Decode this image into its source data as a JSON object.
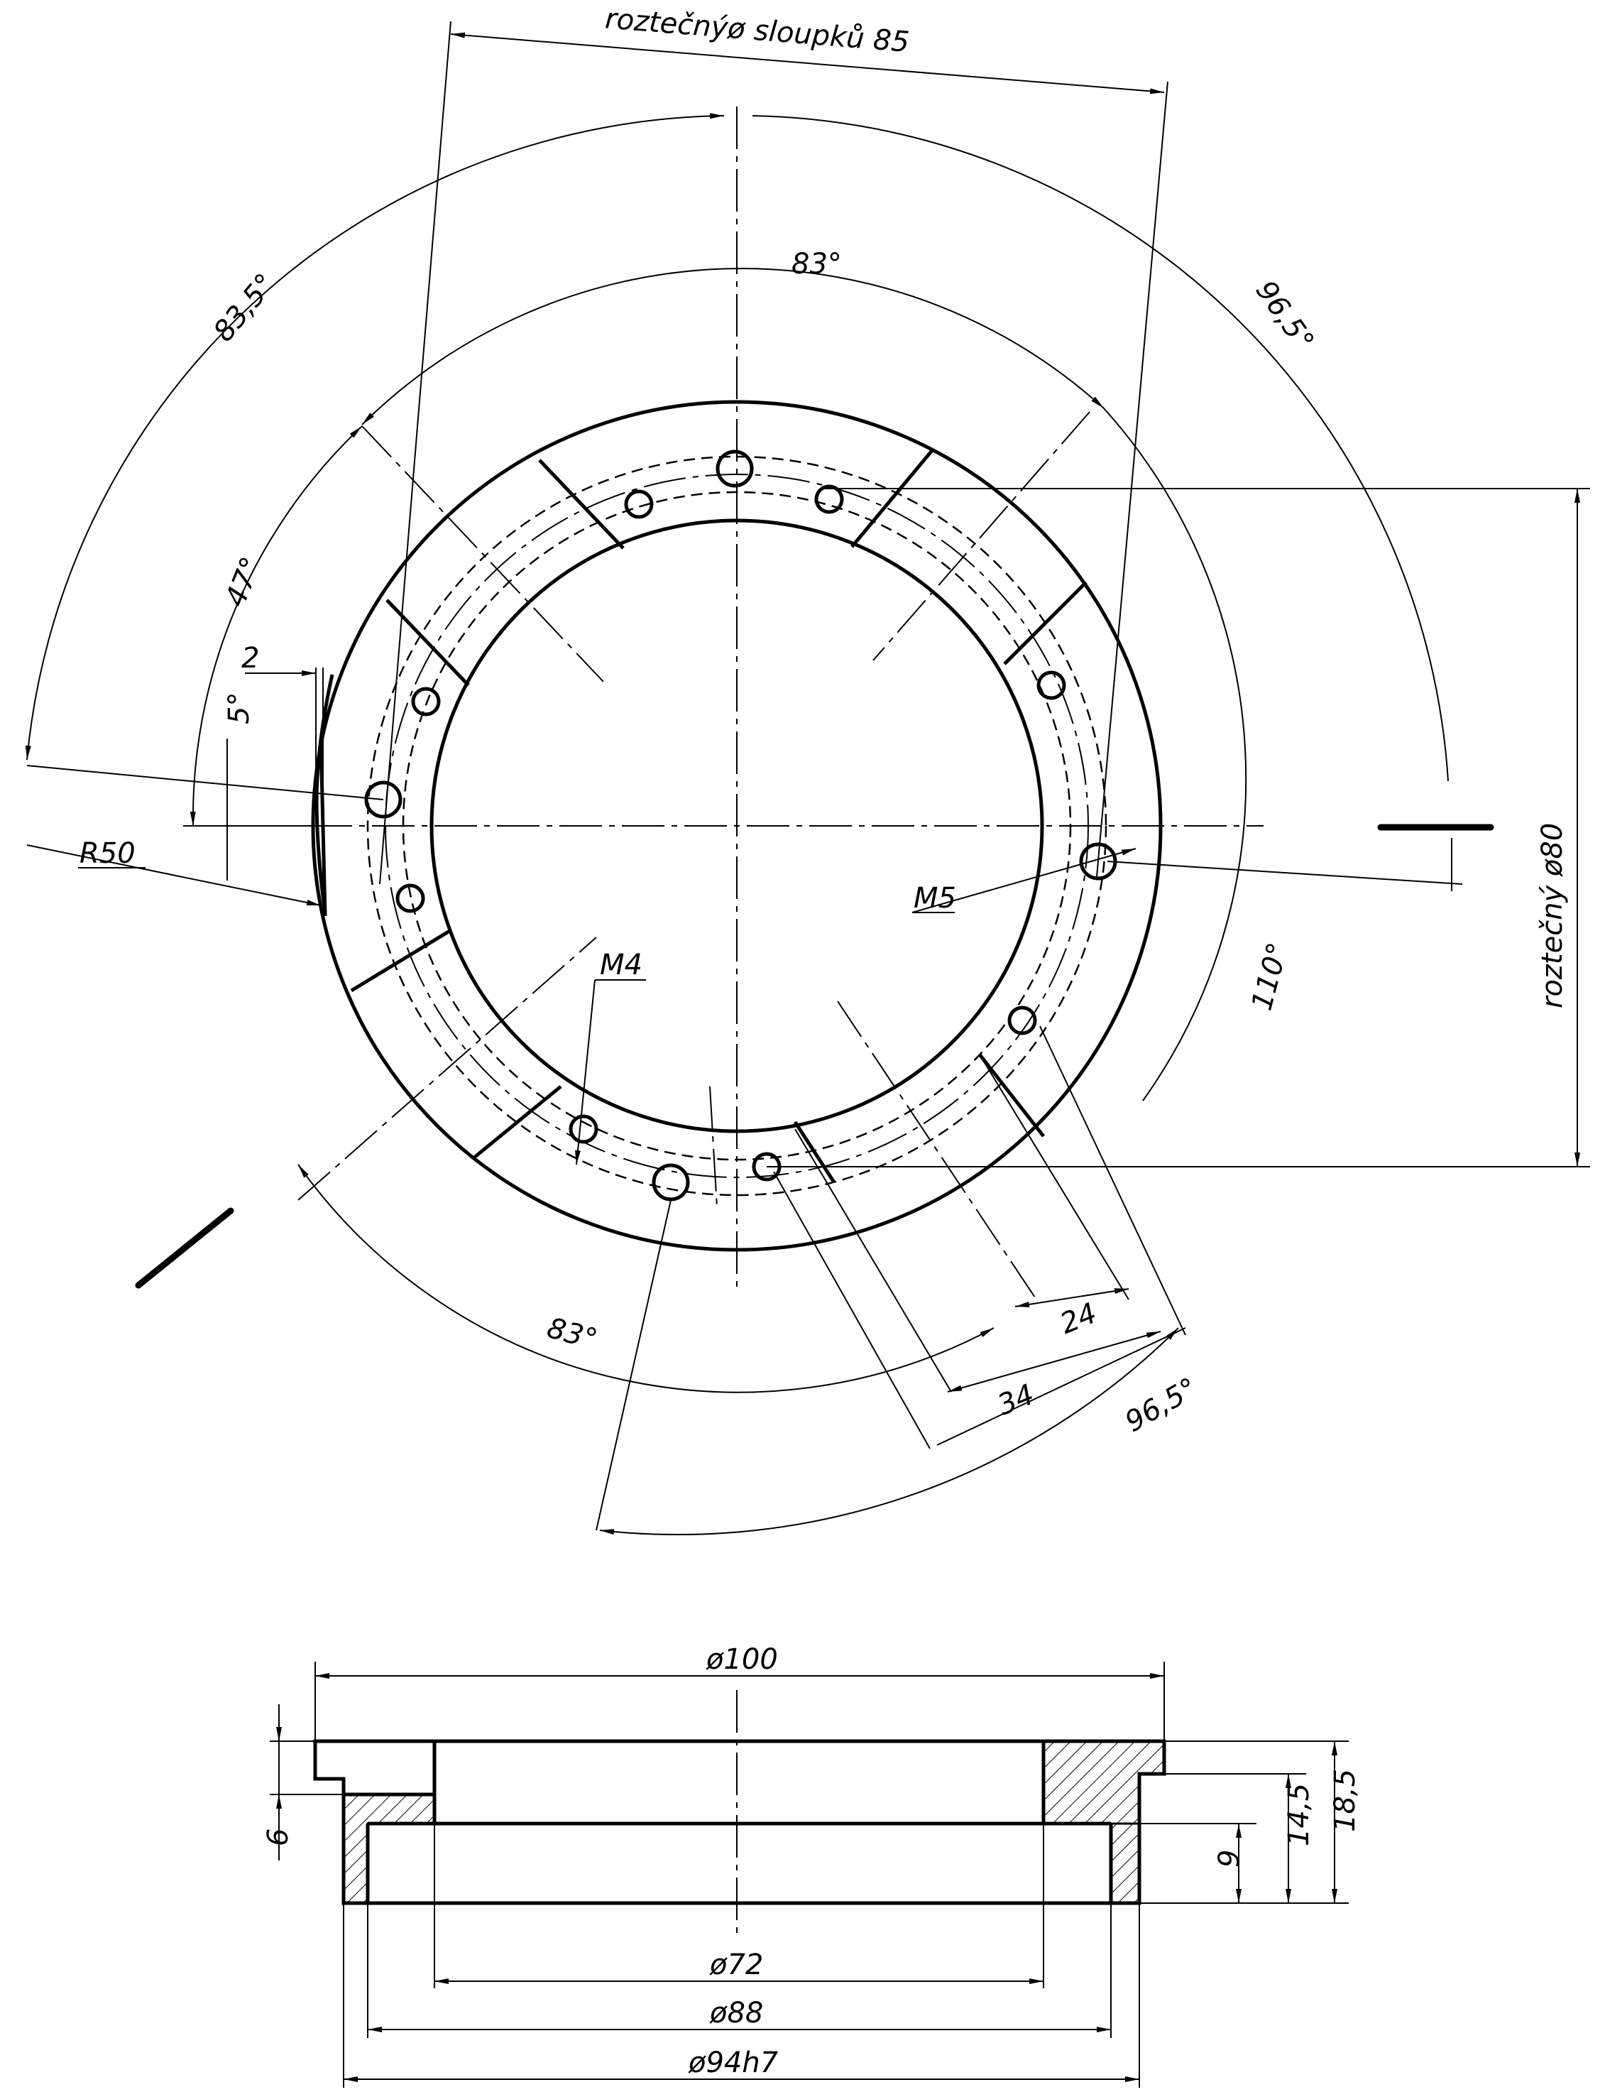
{
  "plan_view": {
    "labels": {
      "pitch_diameter_posts": "roztečnýø sloupků 85",
      "angle_83_top": "83°",
      "angle_83_5": "83,5°",
      "angle_96_5_top": "96,5°",
      "angle_47": "47°",
      "dim_2": "2",
      "angle_5": "5°",
      "radius_r50": "R50",
      "thread_m5": "M5",
      "thread_m4": "M4",
      "pitch_diameter_80": "roztečný ø80",
      "angle_110": "110°",
      "dim_24": "24",
      "dim_34": "34",
      "angle_83_bottom": "83°",
      "angle_96_5_bottom": "96,5°"
    }
  },
  "section_view": {
    "labels": {
      "dia_100": "ø100",
      "dia_72": "ø72",
      "dia_88": "ø88",
      "dia_94h7": "ø94h7",
      "dim_6": "6",
      "dim_9": "9",
      "dim_14_5": "14,5",
      "dim_18_5": "18,5"
    }
  }
}
